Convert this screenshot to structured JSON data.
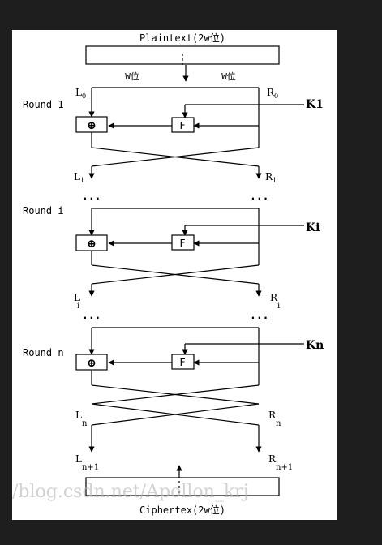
{
  "plaintext_label": "Plaintext(2w位)",
  "ciphertext_label": "Ciphertex(2w位)",
  "half_width_left": "W位",
  "half_width_right": "W位",
  "rounds": [
    {
      "label": "Round 1",
      "key": "K1",
      "left_in": "L",
      "left_in_sub": "0",
      "right_in": "R",
      "right_in_sub": "0",
      "left_out": "L",
      "left_out_sub": "1",
      "right_out": "R",
      "right_out_sub": "1"
    },
    {
      "label": "Round i",
      "key": "Ki",
      "left_out": "L",
      "left_out_sub": "i",
      "right_out": "R",
      "right_out_sub": "i"
    },
    {
      "label": "Round n",
      "key": "Kn",
      "left_out": "L",
      "left_out_sub": "n",
      "right_out": "R",
      "right_out_sub": "n"
    }
  ],
  "function_label": "F",
  "xor_symbol": "⊕",
  "ellipsis": "...",
  "final": {
    "left": "L",
    "left_sub": "n+1",
    "right": "R",
    "right_sub": "n+1"
  },
  "watermark": "/blog.csdn.net/Apollon_krj"
}
